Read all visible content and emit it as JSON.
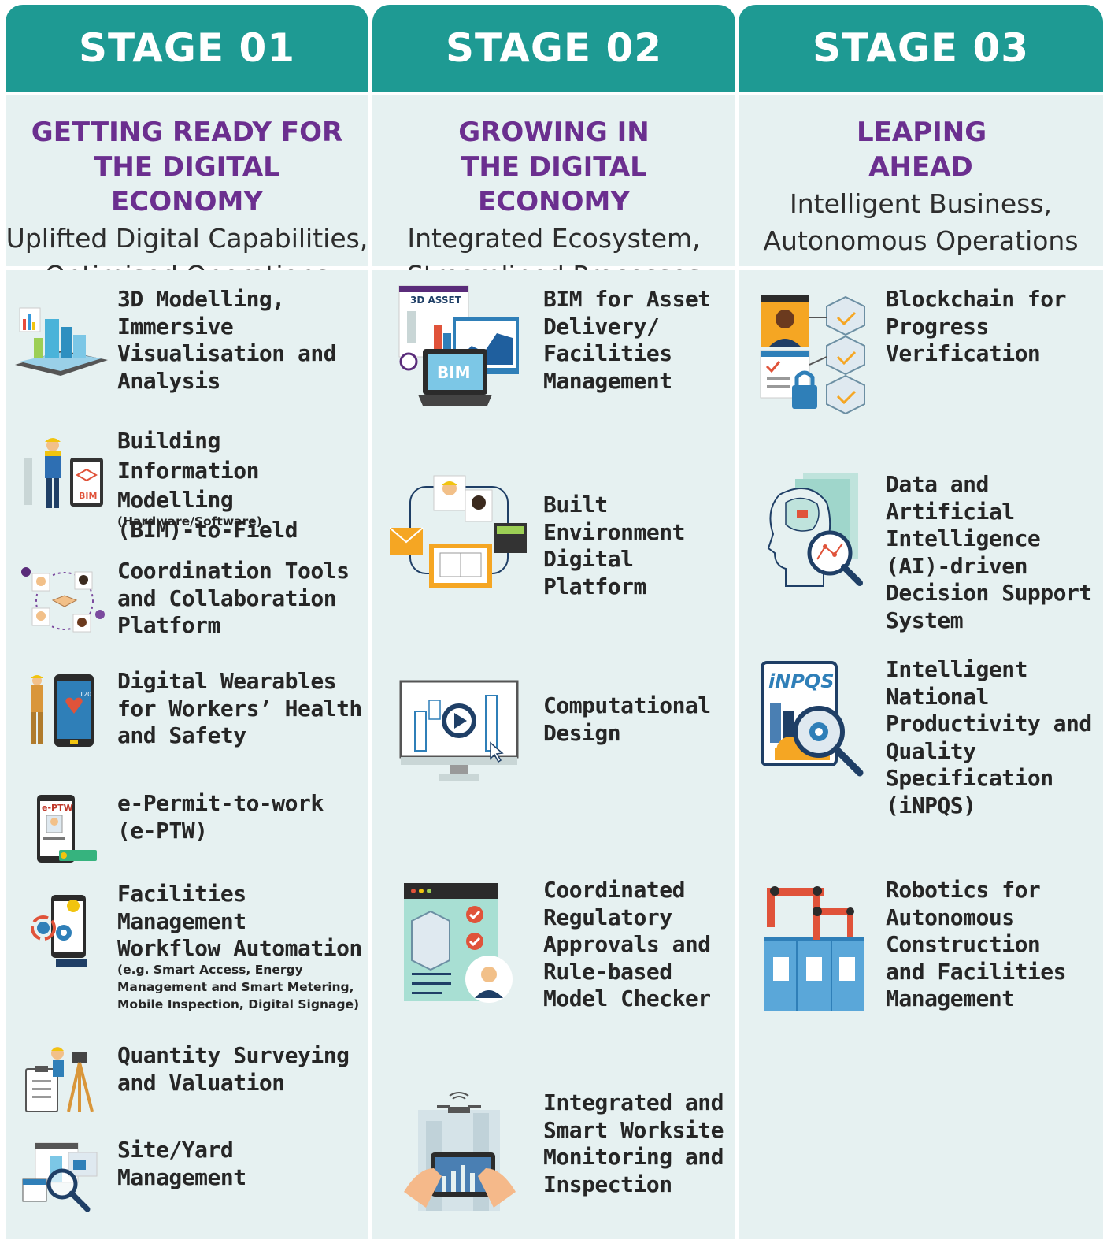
{
  "stages": [
    {
      "stage_label": "STAGE 01",
      "title": "GETTING READY FOR THE DIGITAL ECONOMY",
      "subtitle_line1": "Uplifted Digital Capabilities,",
      "subtitle_line2": "Optimised Operations",
      "items": [
        {
          "label": "3D Modelling,\nImmersive\nVisualisation and\nAnalysis",
          "note": "",
          "icon": "3d-city-tablet-icon"
        },
        {
          "label": "Building Information\nModelling\n(BIM)-to-Field",
          "note": "(Hardware/Software)",
          "icon": "bim-worker-tablet-icon"
        },
        {
          "label": "Coordination Tools\nand Collaboration\nPlatform",
          "note": "",
          "icon": "collaboration-handshake-icon"
        },
        {
          "label": "Digital Wearables\nfor Workers’ Health\nand Safety",
          "note": "",
          "icon": "worker-heart-phone-icon"
        },
        {
          "label": "e-Permit-to-work\n(e-PTW)",
          "note": "",
          "icon": "e-ptw-phone-icon",
          "icon_text": "e-PTW"
        },
        {
          "label": "Facilities\nManagement\nWorkflow Automation",
          "note": "(e.g. Smart Access, Energy\nManagement and Smart Metering,\nMobile Inspection, Digital Signage)",
          "icon": "phone-gears-automation-icon"
        },
        {
          "label": "Quantity Surveying\nand Valuation",
          "note": "",
          "icon": "surveyor-tripod-icon"
        },
        {
          "label": "Site/Yard\nManagement",
          "note": "",
          "icon": "site-yard-magnifier-icon"
        }
      ]
    },
    {
      "stage_label": "STAGE 02",
      "title": "GROWING IN THE DIGITAL ECONOMY",
      "subtitle_line1": "Integrated Ecosystem,",
      "subtitle_line2": "Streamlined Processes",
      "items": [
        {
          "label": "BIM for Asset\nDelivery/\nFacilities\nManagement",
          "note": "",
          "icon": "bim-asset-laptop-icon",
          "icon_text": "3D ASSET",
          "icon_text2": "BIM"
        },
        {
          "label": "Built\nEnvironment\nDigital\nPlatform",
          "note": "",
          "icon": "digital-platform-network-icon"
        },
        {
          "label": "Computational\nDesign",
          "note": "",
          "icon": "computational-design-monitor-icon"
        },
        {
          "label": "Coordinated\nRegulatory\nApprovals and\nRule-based\nModel Checker",
          "note": "",
          "icon": "regulatory-checklist-icon"
        },
        {
          "label": "Integrated and\nSmart Worksite\nMonitoring and\nInspection",
          "note": "",
          "icon": "drone-tablet-worksite-icon"
        }
      ]
    },
    {
      "stage_label": "STAGE 03",
      "title": "LEAPING AHEAD",
      "subtitle_line1": "Intelligent Business,",
      "subtitle_line2": "Autonomous Operations",
      "items": [
        {
          "label": "Blockchain for\nProgress\nVerification",
          "note": "",
          "icon": "blockchain-cubes-icon"
        },
        {
          "label": "Data and Artificial\nIntelligence\n(AI)-driven\nDecision Support\nSystem",
          "note": "",
          "icon": "ai-head-magnifier-icon"
        },
        {
          "label": "Intelligent\nNational\nProductivity and\nQuality\nSpecification\n(iNPQS)",
          "note": "",
          "icon": "inpqs-tablet-icon",
          "icon_text": "iNPQS"
        },
        {
          "label": "Robotics for\nAutonomous\nConstruction\nand Facilities\nManagement",
          "note": "",
          "icon": "robotic-arms-building-icon"
        }
      ]
    }
  ],
  "colors": {
    "header_teal": "#1e9a93",
    "panel_bg": "#e6f1f1",
    "title_purple": "#6b2f8f",
    "text_dark": "#262626"
  }
}
